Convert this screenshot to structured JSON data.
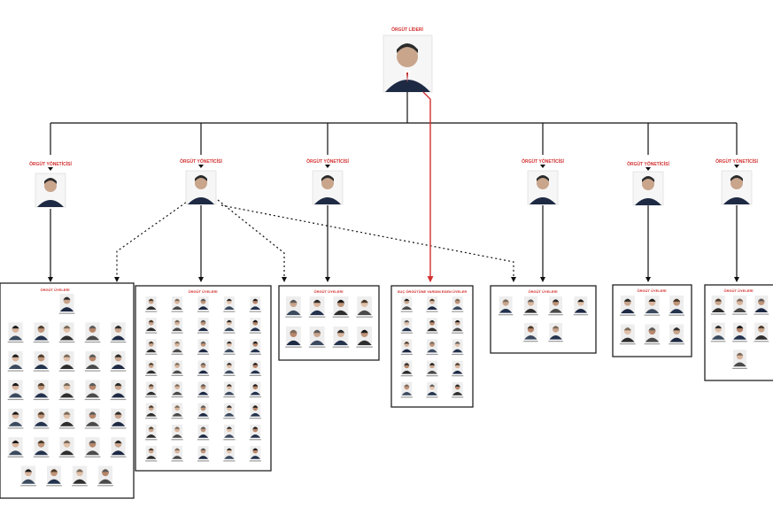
{
  "leader": {
    "title": "ÖRGÜT LİDERİ",
    "photo_icon": "portrait-photo"
  },
  "managers": [
    {
      "title": "ÖRGÜT YÖNETİCİSİ",
      "photo_icon": "portrait-photo"
    },
    {
      "title": "ÖRGÜT YÖNETİCİSİ",
      "photo_icon": "portrait-photo"
    },
    {
      "title": "ÖRGÜT YÖNETİCİSİ",
      "photo_icon": "portrait-photo"
    },
    {
      "title": "ÖRGÜT YÖNETİCİSİ",
      "photo_icon": "portrait-photo"
    },
    {
      "title": "ÖRGÜT YÖNETİCİSİ",
      "photo_icon": "portrait-photo"
    },
    {
      "title": "ÖRGÜT YÖNETİCİSİ",
      "photo_icon": "portrait-photo"
    }
  ],
  "groups": [
    {
      "title": "ÖRGÜT ÜYELERİ",
      "member_counts": [
        1,
        5,
        5,
        5,
        5,
        5,
        4
      ]
    },
    {
      "title": "ÖRGÜT ÜYELERİ",
      "member_counts": [
        5,
        5,
        5,
        5,
        5,
        5,
        5,
        5
      ]
    },
    {
      "title": "ÖRGÜT ÜYELERİ",
      "member_counts": [
        4,
        4
      ]
    },
    {
      "title": "SUÇ ÖRGÜTÜNE YARDIM EDEN ÜYELER",
      "member_counts": [
        3,
        3,
        3,
        3,
        3
      ]
    },
    {
      "title": "ÖRGÜT ÜYELERİ",
      "member_counts": [
        4,
        2
      ]
    },
    {
      "title": "ÖRGÜT ÜYELERİ",
      "member_counts": [
        3,
        3
      ]
    },
    {
      "title": "ÖRGÜT ÜYELERİ",
      "member_counts": [
        3,
        3,
        1
      ]
    }
  ],
  "colors": {
    "line": "#111111",
    "highlight_line": "#d32f2f",
    "title_text": "#d32f2f",
    "box_border": "#222222"
  }
}
